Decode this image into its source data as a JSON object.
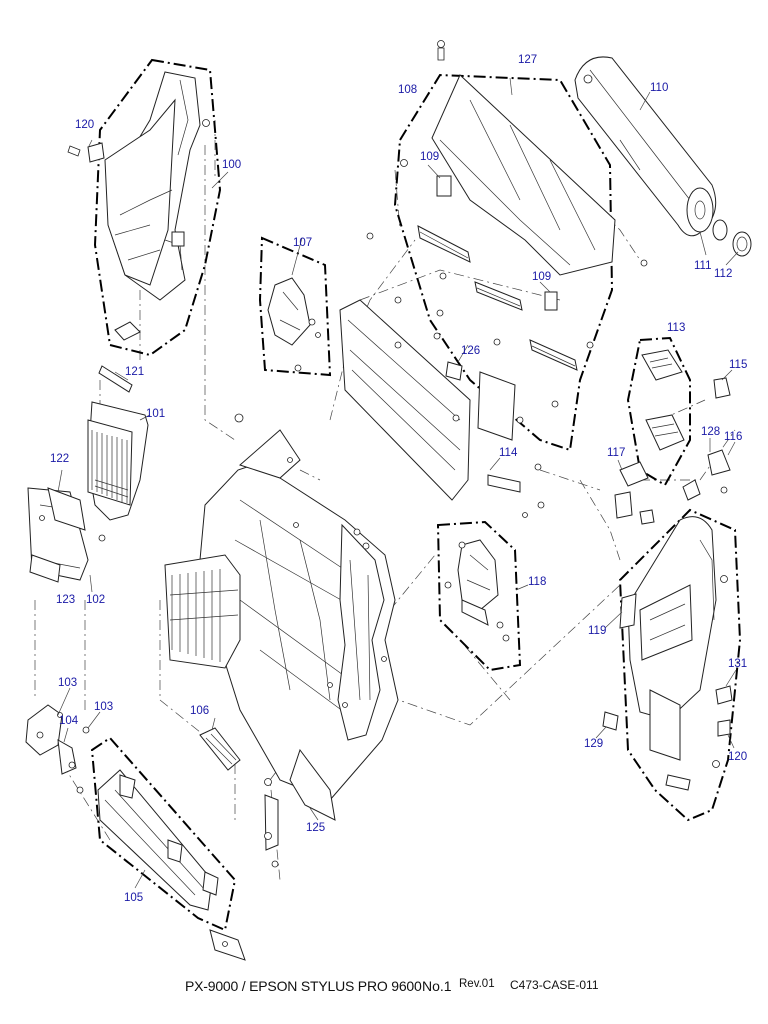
{
  "callouts": [
    {
      "id": "c100",
      "text": "100"
    },
    {
      "id": "c101",
      "text": "101"
    },
    {
      "id": "c102",
      "text": "102"
    },
    {
      "id": "c103a",
      "text": "103"
    },
    {
      "id": "c103b",
      "text": "103"
    },
    {
      "id": "c104",
      "text": "104"
    },
    {
      "id": "c105",
      "text": "105"
    },
    {
      "id": "c106",
      "text": "106"
    },
    {
      "id": "c107",
      "text": "107"
    },
    {
      "id": "c108",
      "text": "108"
    },
    {
      "id": "c109a",
      "text": "109"
    },
    {
      "id": "c109b",
      "text": "109"
    },
    {
      "id": "c110",
      "text": "110"
    },
    {
      "id": "c111",
      "text": "111"
    },
    {
      "id": "c112",
      "text": "112"
    },
    {
      "id": "c113",
      "text": "113"
    },
    {
      "id": "c114",
      "text": "114"
    },
    {
      "id": "c115",
      "text": "115"
    },
    {
      "id": "c116",
      "text": "116"
    },
    {
      "id": "c117",
      "text": "117"
    },
    {
      "id": "c118",
      "text": "118"
    },
    {
      "id": "c119",
      "text": "119"
    },
    {
      "id": "c120a",
      "text": "120"
    },
    {
      "id": "c120b",
      "text": "120"
    },
    {
      "id": "c121",
      "text": "121"
    },
    {
      "id": "c122",
      "text": "122"
    },
    {
      "id": "c123",
      "text": "123"
    },
    {
      "id": "c125",
      "text": "125"
    },
    {
      "id": "c126",
      "text": "126"
    },
    {
      "id": "c127",
      "text": "127"
    },
    {
      "id": "c128",
      "text": "128"
    },
    {
      "id": "c129",
      "text": "129"
    },
    {
      "id": "c131",
      "text": "131"
    }
  ],
  "footer": {
    "model": "PX-9000 / EPSON STYLUS PRO 9600",
    "number": "No.1",
    "revision": "Rev.01",
    "code": "C473-CASE-011"
  },
  "colors": {
    "callout": "#1a1aa6",
    "line": "#222222"
  }
}
